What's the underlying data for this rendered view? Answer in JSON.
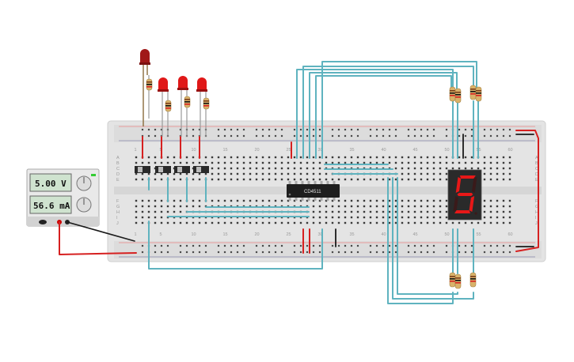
{
  "power_supply": {
    "voltage": "5.00 V",
    "current": "56.6 mA"
  },
  "chip": {
    "label": "CD4511"
  },
  "display": {
    "digit": "5",
    "segments": [
      "a",
      "c",
      "d",
      "f",
      "g"
    ]
  },
  "breadboard": {
    "column_labels": [
      "1",
      "5",
      "10",
      "15",
      "20",
      "25",
      "30",
      "35",
      "40",
      "45",
      "50",
      "55",
      "60"
    ],
    "row_labels_top": [
      "A",
      "B",
      "C",
      "D",
      "E"
    ],
    "row_labels_bottom": [
      "F",
      "G",
      "H",
      "I",
      "J"
    ]
  },
  "leds": {
    "count": 4,
    "states": [
      "on",
      "on",
      "on",
      "on"
    ]
  },
  "colors": {
    "wire": "#5fb3bf",
    "power_wire": "#d62020",
    "ground_wire": "#1a1a1a",
    "led": "#e01818",
    "display_segment_on": "#e81818",
    "display_segment_off": "#3a1a1a",
    "breadboard": "#e6e6e6"
  }
}
